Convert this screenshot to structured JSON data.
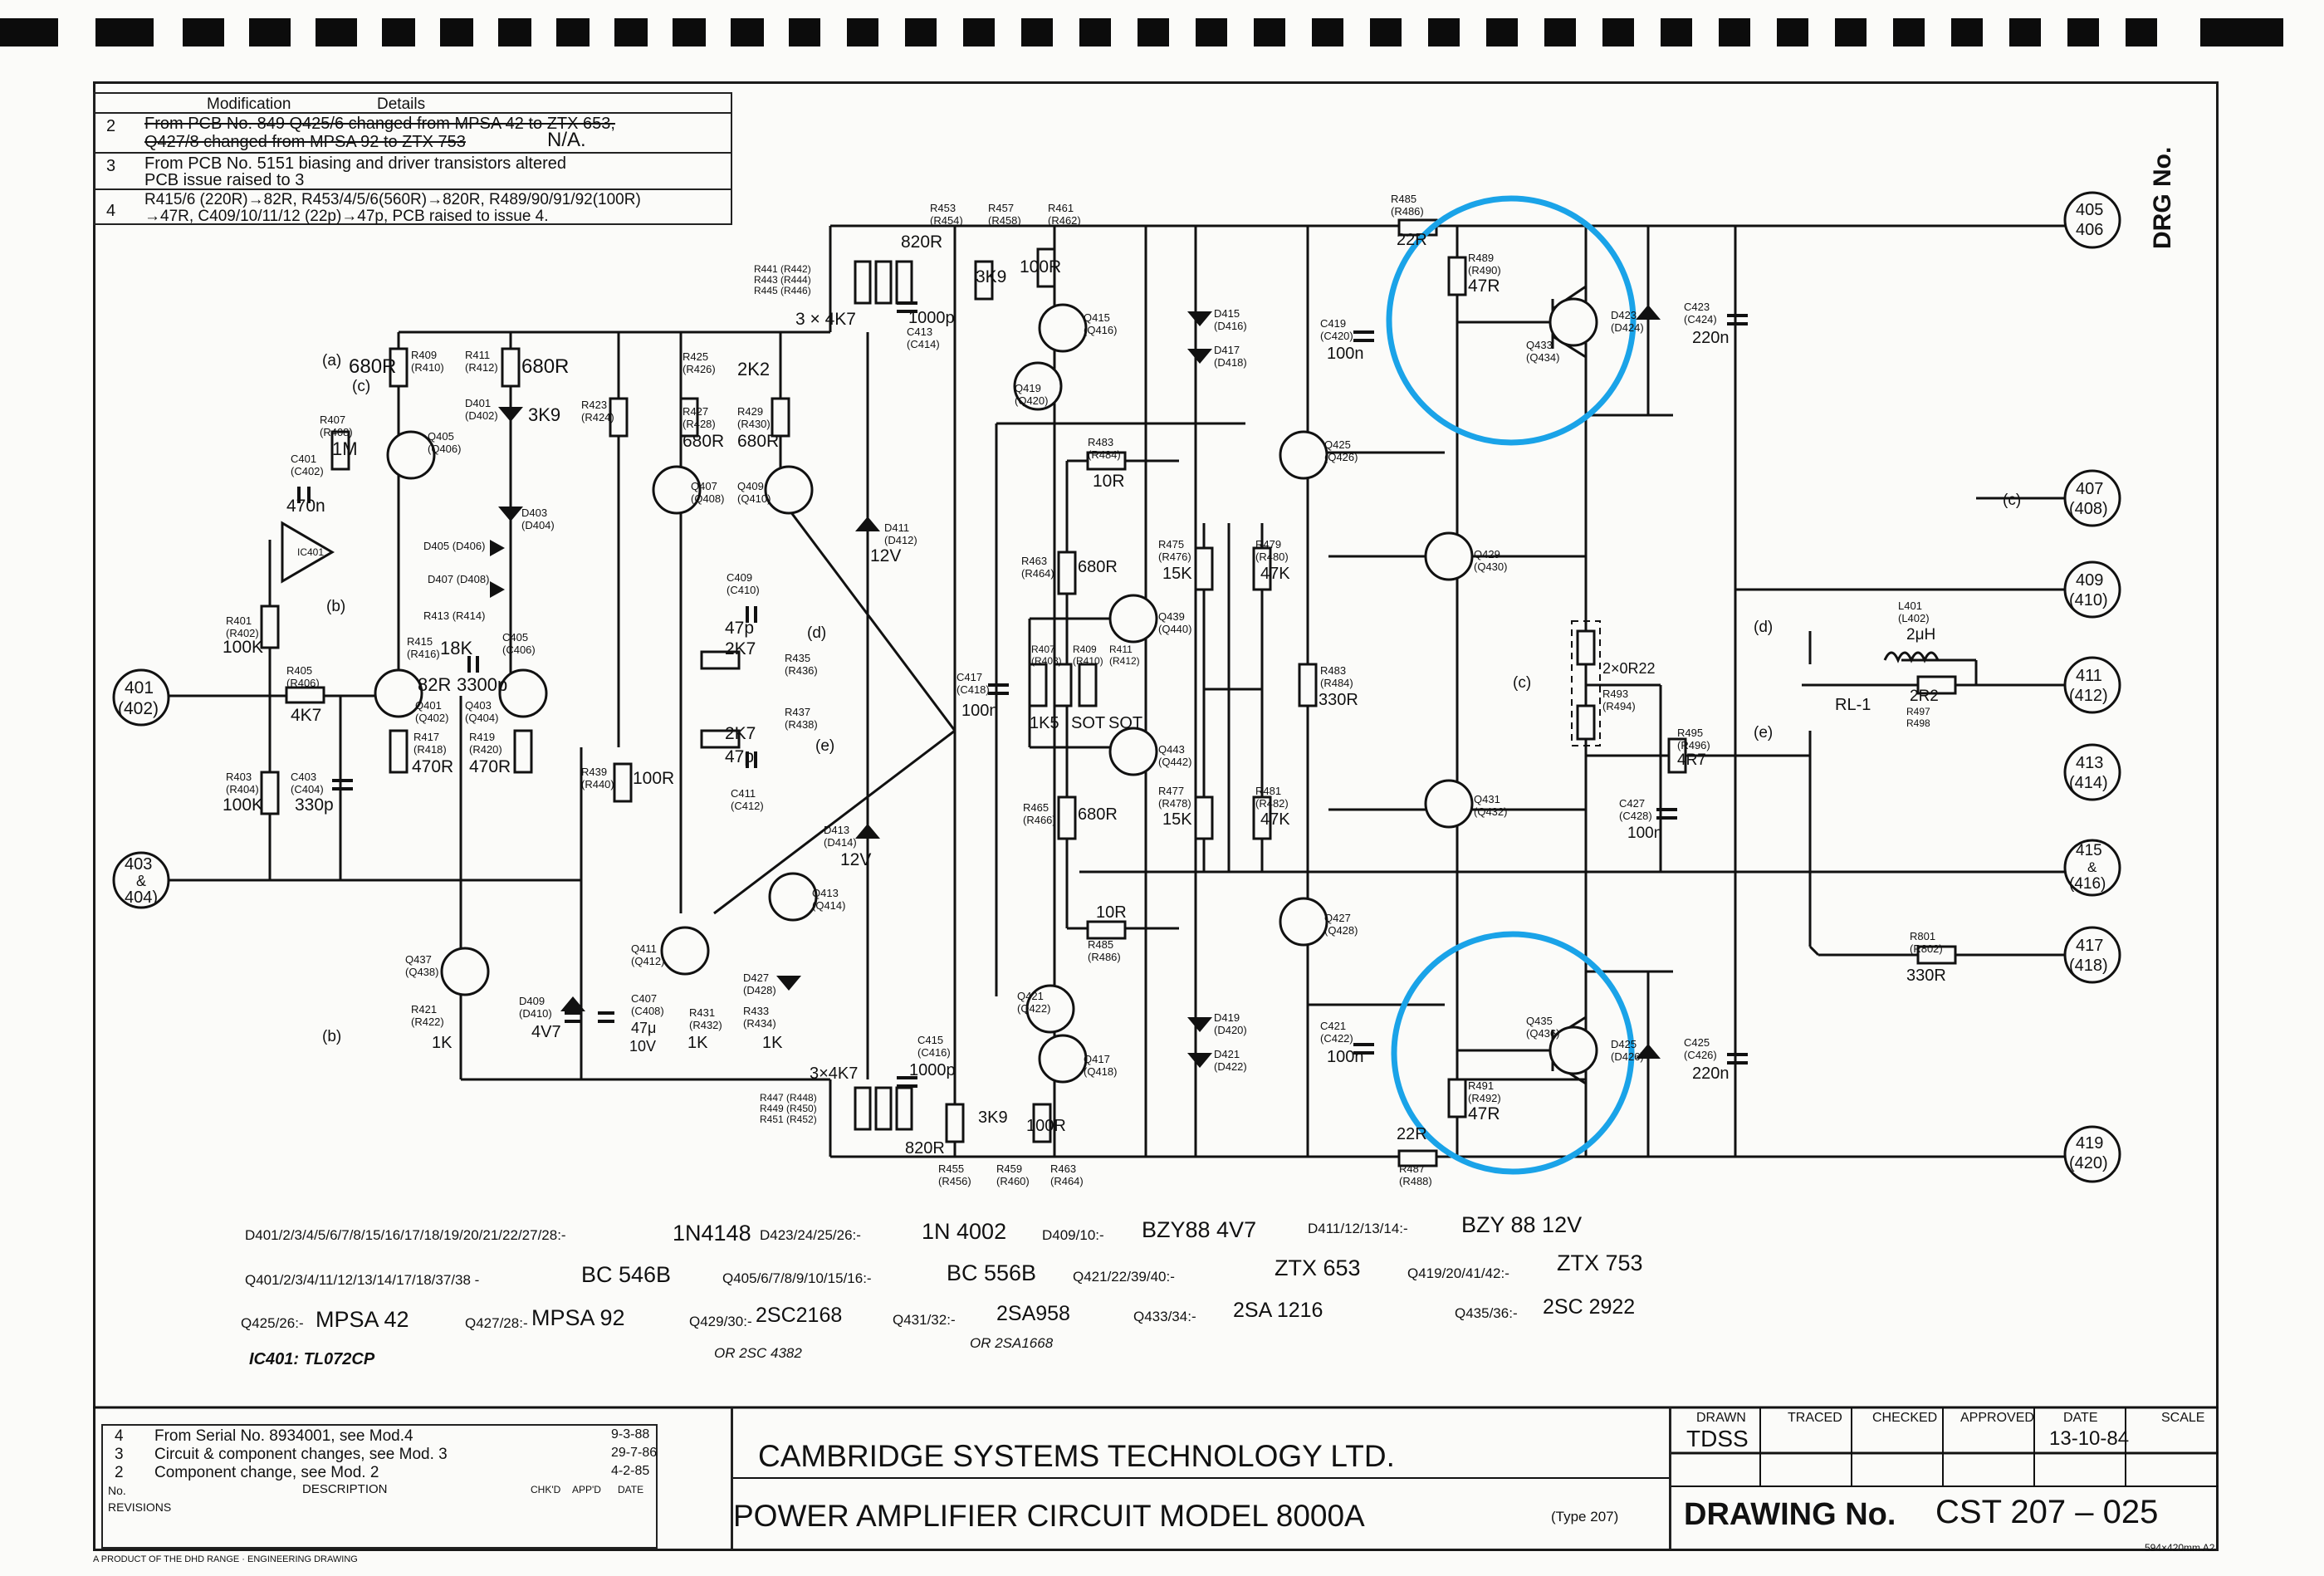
{
  "colors": {
    "highlight": "#1aa3e8",
    "ink": "#111111",
    "paper": "#fbfbf9"
  },
  "modifications": {
    "header_mod": "Modification",
    "header_details": "Details",
    "rows": [
      {
        "num": "2",
        "lines": [
          "From PCB No. 849 Q425/6 changed from MPSA 42 to ZTX 653,",
          "Q427/8 changed from MPSA 92 to ZTX 753"
        ],
        "note": "N/A."
      },
      {
        "num": "3",
        "lines": [
          "From PCB No. 5151 biasing and driver transistors altered",
          "PCB issue raised to 3"
        ]
      },
      {
        "num": "4",
        "lines": [
          "R415/6 (220R)→82R, R453/4/5/6(560R)→820R, R489/90/91/92(100R)",
          "→47R, C409/10/11/12 (22p)→47p, PCB raised to issue 4."
        ]
      }
    ]
  },
  "drg_label": "DRG No.",
  "connectors": [
    {
      "top": "401",
      "bottom": "(402)"
    },
    {
      "top": "403",
      "mid": "&",
      "bottom": "404)"
    },
    {
      "top": "405",
      "bottom": "406"
    },
    {
      "top": "407",
      "bottom": "(408)"
    },
    {
      "top": "409",
      "bottom": "(410)"
    },
    {
      "top": "411",
      "bottom": "(412)"
    },
    {
      "top": "413",
      "bottom": "(414)"
    },
    {
      "top": "415",
      "mid": "&",
      "bottom": "(416)"
    },
    {
      "top": "417",
      "bottom": "(418)"
    },
    {
      "top": "419",
      "bottom": "(420)"
    }
  ],
  "components": {
    "R409": "R409\n(R410)",
    "r_680R_a": "680R",
    "R411": "R411\n(R412)",
    "r_680R_b": "680R",
    "D401": "D401\n(D402)",
    "r_3K9_a": "3K9",
    "R423": "R423\n(R424)",
    "R425": "R425\n(R426)",
    "r_2K2": "2K2",
    "R427": "R427\n(R428)",
    "r_680R_c": "680R",
    "R429": "R429\n(R430)",
    "r_680R_d": "680R",
    "R407": "R407\n(R408)",
    "r_1M": "1M",
    "C401": "C401\n(C402)",
    "c_470n": "470n",
    "IC401": "IC401",
    "Q405": "Q405\n(Q406)",
    "D403": "D403\n(D404)",
    "D405": "D405 (D406)",
    "D407": "D407 (D408)",
    "R413": "R413 (R414)",
    "r_18K": "18K",
    "R415": "R415\n(R416)",
    "C405": "C405\n(C406)",
    "r_82R": "82R",
    "c_3300p": "3300p",
    "Q401": "Q401\n(Q402)",
    "Q403": "Q403\n(Q404)",
    "R417": "R417\n(R418)",
    "r_470R_a": "470R",
    "R419": "R419\n(R420)",
    "r_470R_b": "470R",
    "R401": "R401\n(R402)",
    "r_100K_a": "100K",
    "R405": "R405\n(R406)",
    "r_4K7": "4K7",
    "R403": "R403\n(R404)",
    "r_100K_b": "100K",
    "C403": "C403\n(C404)",
    "c_330p": "330p",
    "Q407": "Q407\n(Q408)",
    "Q409": "Q409\n(Q410)",
    "C409": "C409\n(C410)",
    "c_47p_a": "47p",
    "r_2K7_a": "2K7",
    "R435": "R435\n(R436)",
    "R437": "R437\n(R438)",
    "r_2K7_b": "2K7",
    "c_47p_b": "47p",
    "C411": "C411\n(C412)",
    "R439": "R439\n(R440)",
    "r_100R_a": "100R",
    "D411": "D411\n(D412)",
    "z_12V_a": "12V",
    "D413": "D413\n(D414)",
    "z_12V_b": "12V",
    "R441": "R441 (R442)\nR443 (R444)\nR445 (R446)",
    "r_3x4K7_a": "3 × 4K7",
    "R453": "R453\n(R454)",
    "r_820R_a": "820R",
    "R457": "R457\n(R458)",
    "r_3K9_b": "3K9",
    "R461": "R461\n(R462)",
    "r_100R_b": "100R",
    "C413": "C413\n(C414)",
    "c_1000p_a": "1000p",
    "Q415": "Q415\n(Q416)",
    "D415": "D415\n(D416)",
    "D417": "D417\n(D418)",
    "Q419": "Q419\n(Q420)",
    "R483": "R483\n(R484)",
    "r_10R_a": "10R",
    "R463": "R463\n(R464)",
    "r_680R_e": "680R",
    "C417": "C417\n(C418)",
    "c_100n_a": "100n",
    "R407b": "R407\n(R408)",
    "R409b": "R409\n(R410)",
    "R411b": "R411\n(R412)",
    "r_1K5": "1K5",
    "r_SOT_a": "SOT",
    "r_SOT_b": "SOT",
    "Q439": "Q439\n(Q440)",
    "Q443": "Q443\n(Q442)",
    "R475": "R475\n(R476)",
    "r_15K_a": "15K",
    "R477": "R477\n(R478)",
    "r_15K_b": "15K",
    "R479": "R479\n(R480)",
    "r_47K_a": "47K",
    "R481": "R481\n(R482)",
    "r_47K_b": "47K",
    "R465": "R465\n(R466)",
    "r_680R_f": "680R",
    "r_10R_b": "10R",
    "R485b": "R485\n(R486)",
    "Q425": "Q425\n(Q426)",
    "Q427": "Q427\n(Q428)",
    "C419": "C419\n(C420)",
    "c_100n_b": "100n",
    "C421": "C421\n(C422)",
    "c_100n_c": "100n",
    "R483b": "R483\n(R484)",
    "r_330R_a": "330R",
    "R485": "R485\n(R486)",
    "r_22R_a": "22R",
    "R487": "R487\n(R488)",
    "r_22R_b": "22R",
    "R489": "R489\n(R490)",
    "r_47R_a": "47R",
    "R491": "R491\n(R492)",
    "r_47R_b": "47R",
    "Q433": "Q433\n(Q434)",
    "Q435": "Q435\n(Q436)",
    "Q429": "Q429\n(Q430)",
    "Q431": "Q431\n(Q432)",
    "D423": "D423\n(D424)",
    "D425": "D425\n(D426)",
    "C423": "C423\n(C424)",
    "c_220n_a": "220n",
    "C425": "C425\n(C426)",
    "c_220n_b": "220n",
    "r_2x0R22": "2×0R22",
    "R493": "R493\n(R494)",
    "R495": "R495\n(R496)",
    "r_4R7": "4R7",
    "C427": "C427\n(C428)",
    "c_100n_d": "100n",
    "L401": "L401\n(L402)",
    "l_2uH": "2μH",
    "r_2R2": "2R2",
    "R497": "R497\nR498",
    "RL1": "RL-1",
    "R801": "R801\n(R802)",
    "r_330R_b": "330R",
    "Q437": "Q437\n(Q438)",
    "R421": "R421\n(R422)",
    "r_1K_a": "1K",
    "D409": "D409\n(D410)",
    "z_4V7": "4V7",
    "C407": "C407\n(C408)",
    "c_47u": "47μ",
    "c_10V": "10V",
    "Q411": "Q411\n(Q412)",
    "R431": "R431\n(R432)",
    "r_1K_b": "1K",
    "Q413": "Q413\n(Q414)",
    "D427": "D427\n(D428)",
    "R433": "R433\n(R434)",
    "r_1K_c": "1K",
    "r_3x4K7_b": "3×4K7",
    "R447": "R447 (R448)\nR449 (R450)\nR451 (R452)",
    "C415": "C415\n(C416)",
    "c_1000p_b": "1000p",
    "r_820R_b": "820R",
    "r_3K9_c": "3K9",
    "r_100R_c": "100R",
    "R455": "R455\n(R456)",
    "R459": "R459\n(R460)",
    "R463c": "R463\n(R464)",
    "Q421": "Q421\n(Q422)",
    "Q417": "Q417\n(Q418)",
    "D419": "D419\n(D420)",
    "D421": "D421\n(D422)",
    "lbl_a": "(a)",
    "lbl_b": "(b)",
    "lbl_c": "(c)",
    "lbl_d": "(d)",
    "lbl_e": "(e)"
  },
  "parts_list": [
    {
      "ids": "D401/2/3/4/5/6/7/8/15/16/17/18/19/20/21/22/27/28:-",
      "part": "1N4148"
    },
    {
      "ids": "D423/24/25/26:-",
      "part": "1N 4002"
    },
    {
      "ids": "D409/10:-",
      "part": "BZY88  4V7"
    },
    {
      "ids": "D411/12/13/14:-",
      "part": "BZY 88  12V"
    },
    {
      "ids": "Q401/2/3/4/11/12/13/14/17/18/37/38 -",
      "part": "BC 546B"
    },
    {
      "ids": "Q405/6/7/8/9/10/15/16:-",
      "part": "BC 556B"
    },
    {
      "ids": "Q421/22/39/40:-",
      "part": "ZTX 653"
    },
    {
      "ids": "Q419/20/41/42:-",
      "part": "ZTX 753"
    },
    {
      "ids": "Q425/26:-",
      "part": "MPSA 42"
    },
    {
      "ids": "Q427/28:-",
      "part": "MPSA 92"
    },
    {
      "ids": "Q429/30:-",
      "part": "2SC2168"
    },
    {
      "ids": "Q431/32:-",
      "part": "2SA958"
    },
    {
      "ids": "Q433/34:-",
      "part": "2SA 1216"
    },
    {
      "ids": "Q435/36:-",
      "part": "2SC 2922"
    }
  ],
  "handwritten": {
    "alt1": "OR 2SC 4382",
    "alt2": "OR 2SA1668",
    "ic": "IC401: TL072CP"
  },
  "revisions": {
    "rows": [
      {
        "num": "4",
        "desc": "From Serial No. 8934001, see Mod.4",
        "date": "9-3-88"
      },
      {
        "num": "3",
        "desc": "Circuit & component changes, see Mod. 3",
        "date": "29-7-86"
      },
      {
        "num": "2",
        "desc": "Component change, see Mod. 2",
        "date": "4-2-85"
      }
    ],
    "hdr_no": "No.",
    "hdr_desc": "DESCRIPTION",
    "hdr_chkd": "CHK'D",
    "hdr_appd": "APP'D",
    "hdr_date": "DATE",
    "footer": "REVISIONS"
  },
  "title": {
    "company": "CAMBRIDGE   SYSTEMS   TECHNOLOGY   LTD.",
    "line2": "POWER   AMPLIFIER   CIRCUIT   MODEL  8000A",
    "type": "(Type 207)"
  },
  "info": {
    "drawn_h": "DRAWN",
    "traced_h": "TRACED",
    "checked_h": "CHECKED",
    "approved_h": "APPROVED",
    "date_h": "DATE",
    "scale_h": "SCALE",
    "drawn": "TDSS",
    "date": "13-10-84",
    "drawing_no_label": "DRAWING No.",
    "drawing_no": "CST 207 – 025",
    "paper": "594×420mm A2"
  },
  "footer_note": "A PRODUCT OF THE DHD RANGE · ENGINEERING DRAWING"
}
